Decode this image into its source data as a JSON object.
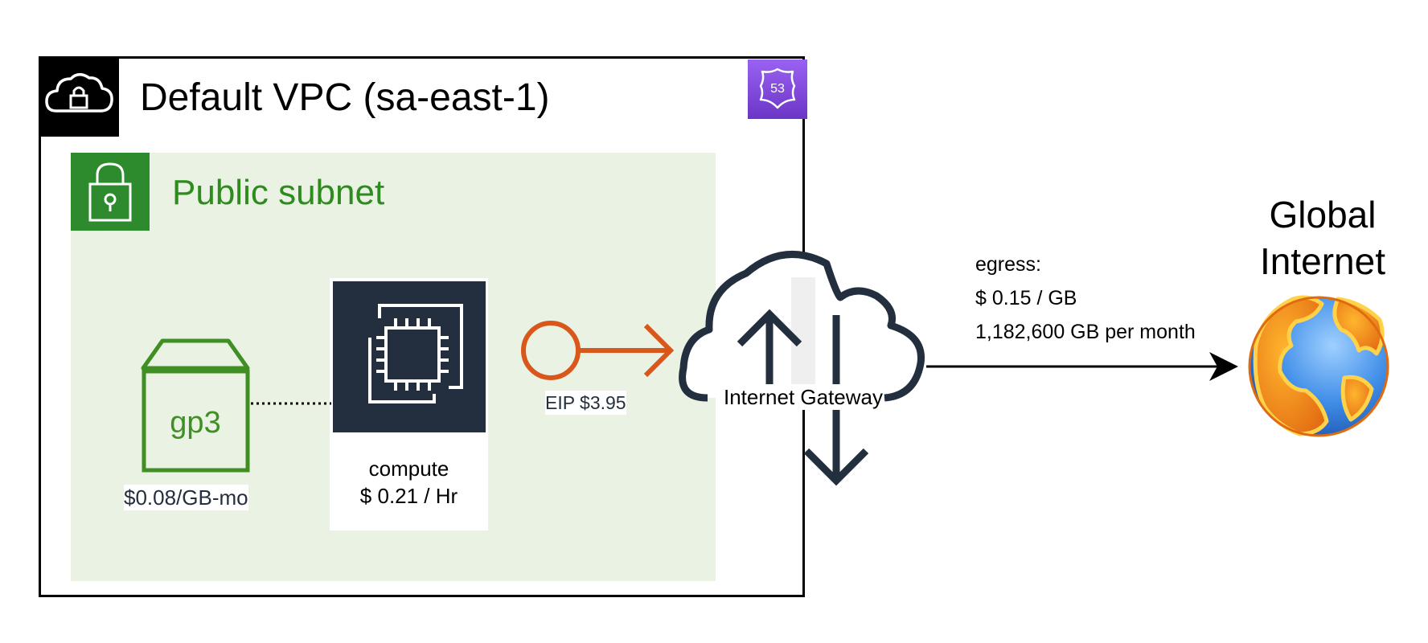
{
  "vpc": {
    "title": "Default VPC (sa-east-1)",
    "icon": "cloud-lock-icon",
    "dns_icon": "route53-icon",
    "dns_badge": "53"
  },
  "subnet": {
    "title": "Public subnet",
    "icon": "padlock-icon"
  },
  "ebs": {
    "icon": "ebs-volume-icon",
    "volume_type": "gp3",
    "price": "$0.08/GB-mo"
  },
  "compute": {
    "icon": "ec2-chip-icon",
    "label": "compute",
    "price": "$ 0.21 / Hr"
  },
  "eip": {
    "icon": "elastic-ip-icon",
    "label": "EIP $3.95"
  },
  "gateway": {
    "icon": "internet-gateway-cloud-icon",
    "label": "Internet Gateway"
  },
  "egress": {
    "title": "egress:",
    "price": "$ 0.15 / GB",
    "volume": "1,182,600 GB per month"
  },
  "internet": {
    "title_line1": "Global",
    "title_line2": "Internet",
    "icon": "globe-icon"
  },
  "colors": {
    "vpc_border": "#000000",
    "subnet_fill": "#e9f2e3",
    "subnet_green": "#2e8b1e",
    "ebs_green": "#3f8f24",
    "ec2_dark": "#232f3e",
    "eip_orange": "#d9571b",
    "route53_purple": "#7b45d6"
  }
}
